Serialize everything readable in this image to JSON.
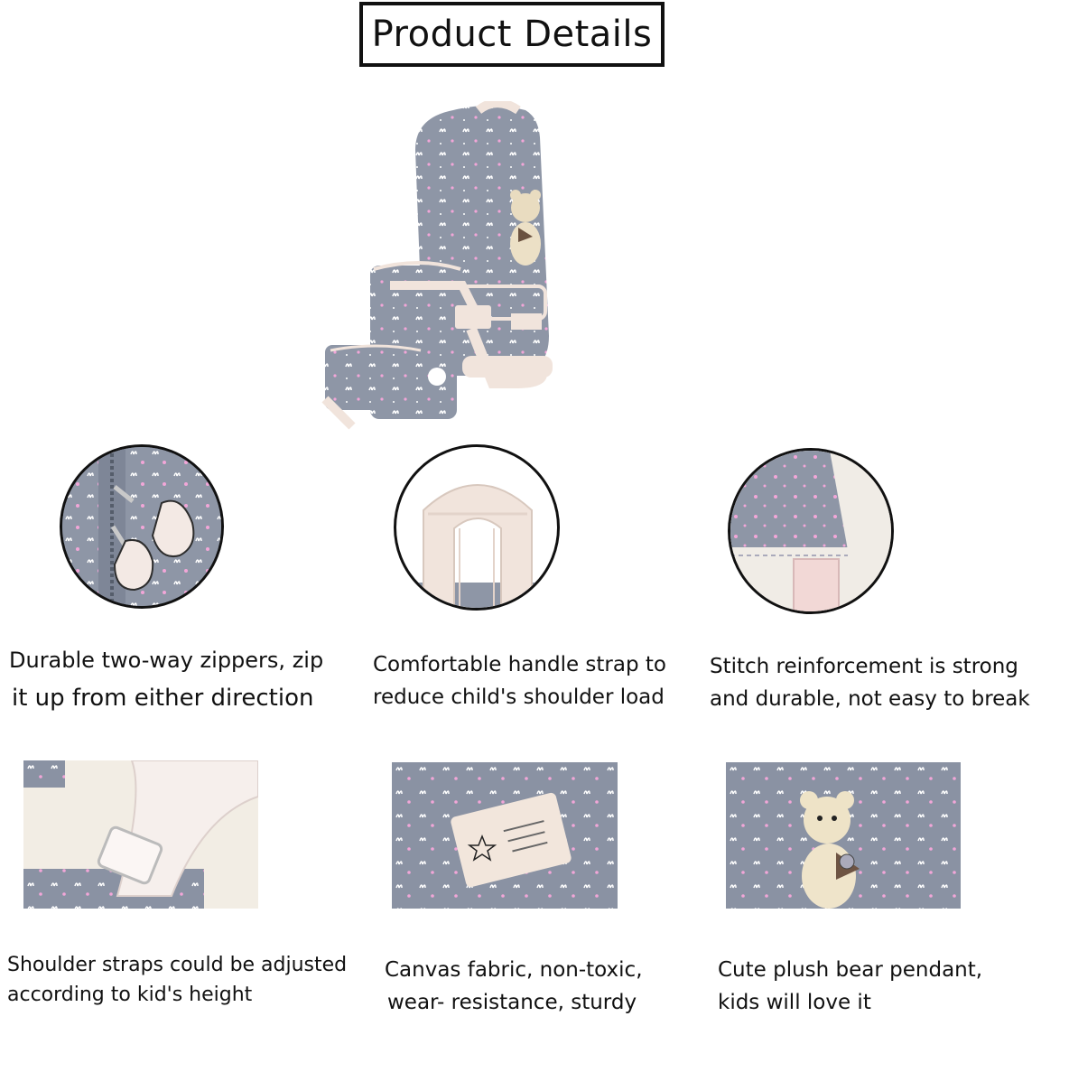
{
  "header": {
    "title": "Product Details"
  },
  "colors": {
    "fabric_gray": "#8e96a6",
    "cream": "#f1e4dc",
    "dot_pink": "#f2a6d8",
    "white_print": "#ffffff",
    "border": "#111111"
  },
  "images": {
    "hero": "backpack-set-image",
    "details": [
      "zipper-image",
      "handle-strap-image",
      "stitch-image",
      "shoulder-strap-image",
      "canvas-label-image",
      "bear-pendant-image"
    ]
  },
  "features": [
    {
      "line1": "Durable two-way zippers, zip",
      "line2": "it up from either direction"
    },
    {
      "line1": "Comfortable handle strap to",
      "line2": "reduce child's shoulder load"
    },
    {
      "line1": "Stitch reinforcement is strong",
      "line2": "and durable, not easy to break"
    },
    {
      "line1": "Shoulder straps could be adjusted",
      "line2": "according to kid's height"
    },
    {
      "line1": "Canvas fabric, non-toxic,",
      "line2": "wear- resistance, sturdy"
    },
    {
      "line1": "Cute plush bear pendant,",
      "line2": "kids will love it"
    }
  ]
}
